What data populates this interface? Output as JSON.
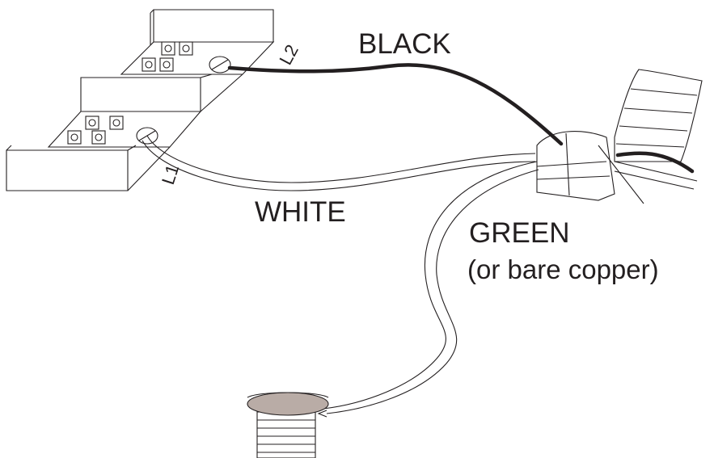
{
  "terminals": {
    "l2": "L2",
    "l1": "L1"
  },
  "wires": {
    "black": "BLACK",
    "white": "WHITE",
    "green": "GREEN",
    "green_note": "(or bare copper)"
  },
  "colors": {
    "line": "#231f20",
    "black_wire": "#231f20",
    "screw_head": "#b9aca6",
    "background": "#ffffff"
  }
}
